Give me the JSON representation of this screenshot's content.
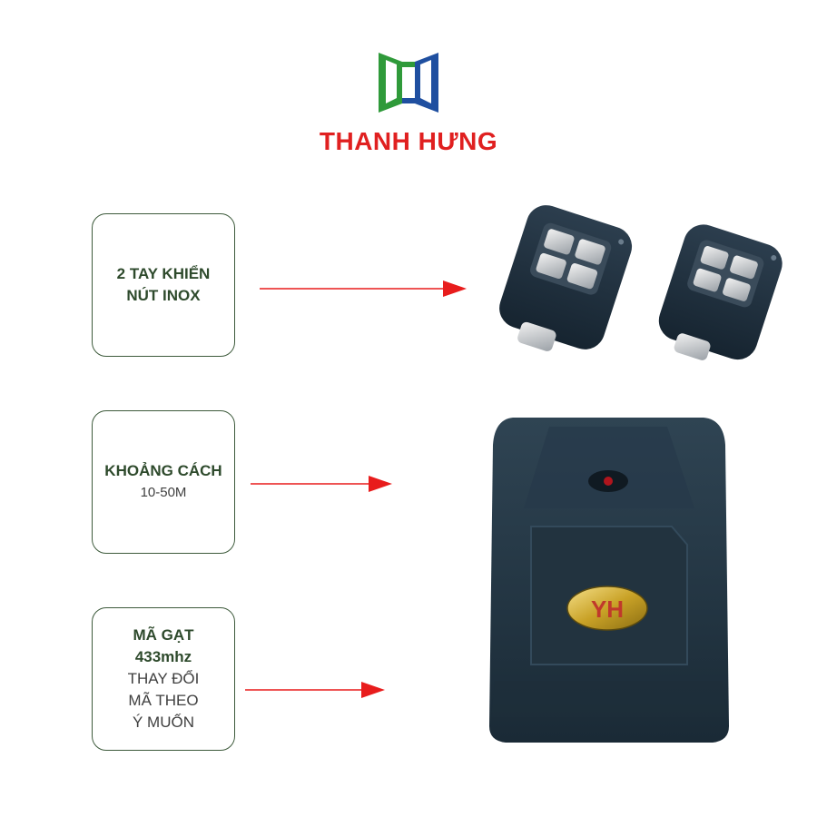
{
  "brand": {
    "name": "THANH HƯNG",
    "color": "#e02020"
  },
  "logo": {
    "icon": "door-logo-icon",
    "green": "#2f9a3a",
    "blue": "#1f4fa0"
  },
  "features": [
    {
      "lines": [
        "2 TAY KHIỂN",
        "NÚT INOX"
      ]
    },
    {
      "title": "KHOẢNG CÁCH",
      "detail": "10-50M"
    },
    {
      "title_lines": [
        "MÃ GẠT",
        "433mhz"
      ],
      "detail_lines": [
        "THAY ĐỔI",
        "MÃ THEO",
        "Ý MUỐN"
      ]
    }
  ],
  "accent": {
    "arrow": "#e81c1c",
    "card_border": "#3d5a3b",
    "text_green": "#2e4a2c"
  },
  "receiver": {
    "badge": "YH"
  }
}
